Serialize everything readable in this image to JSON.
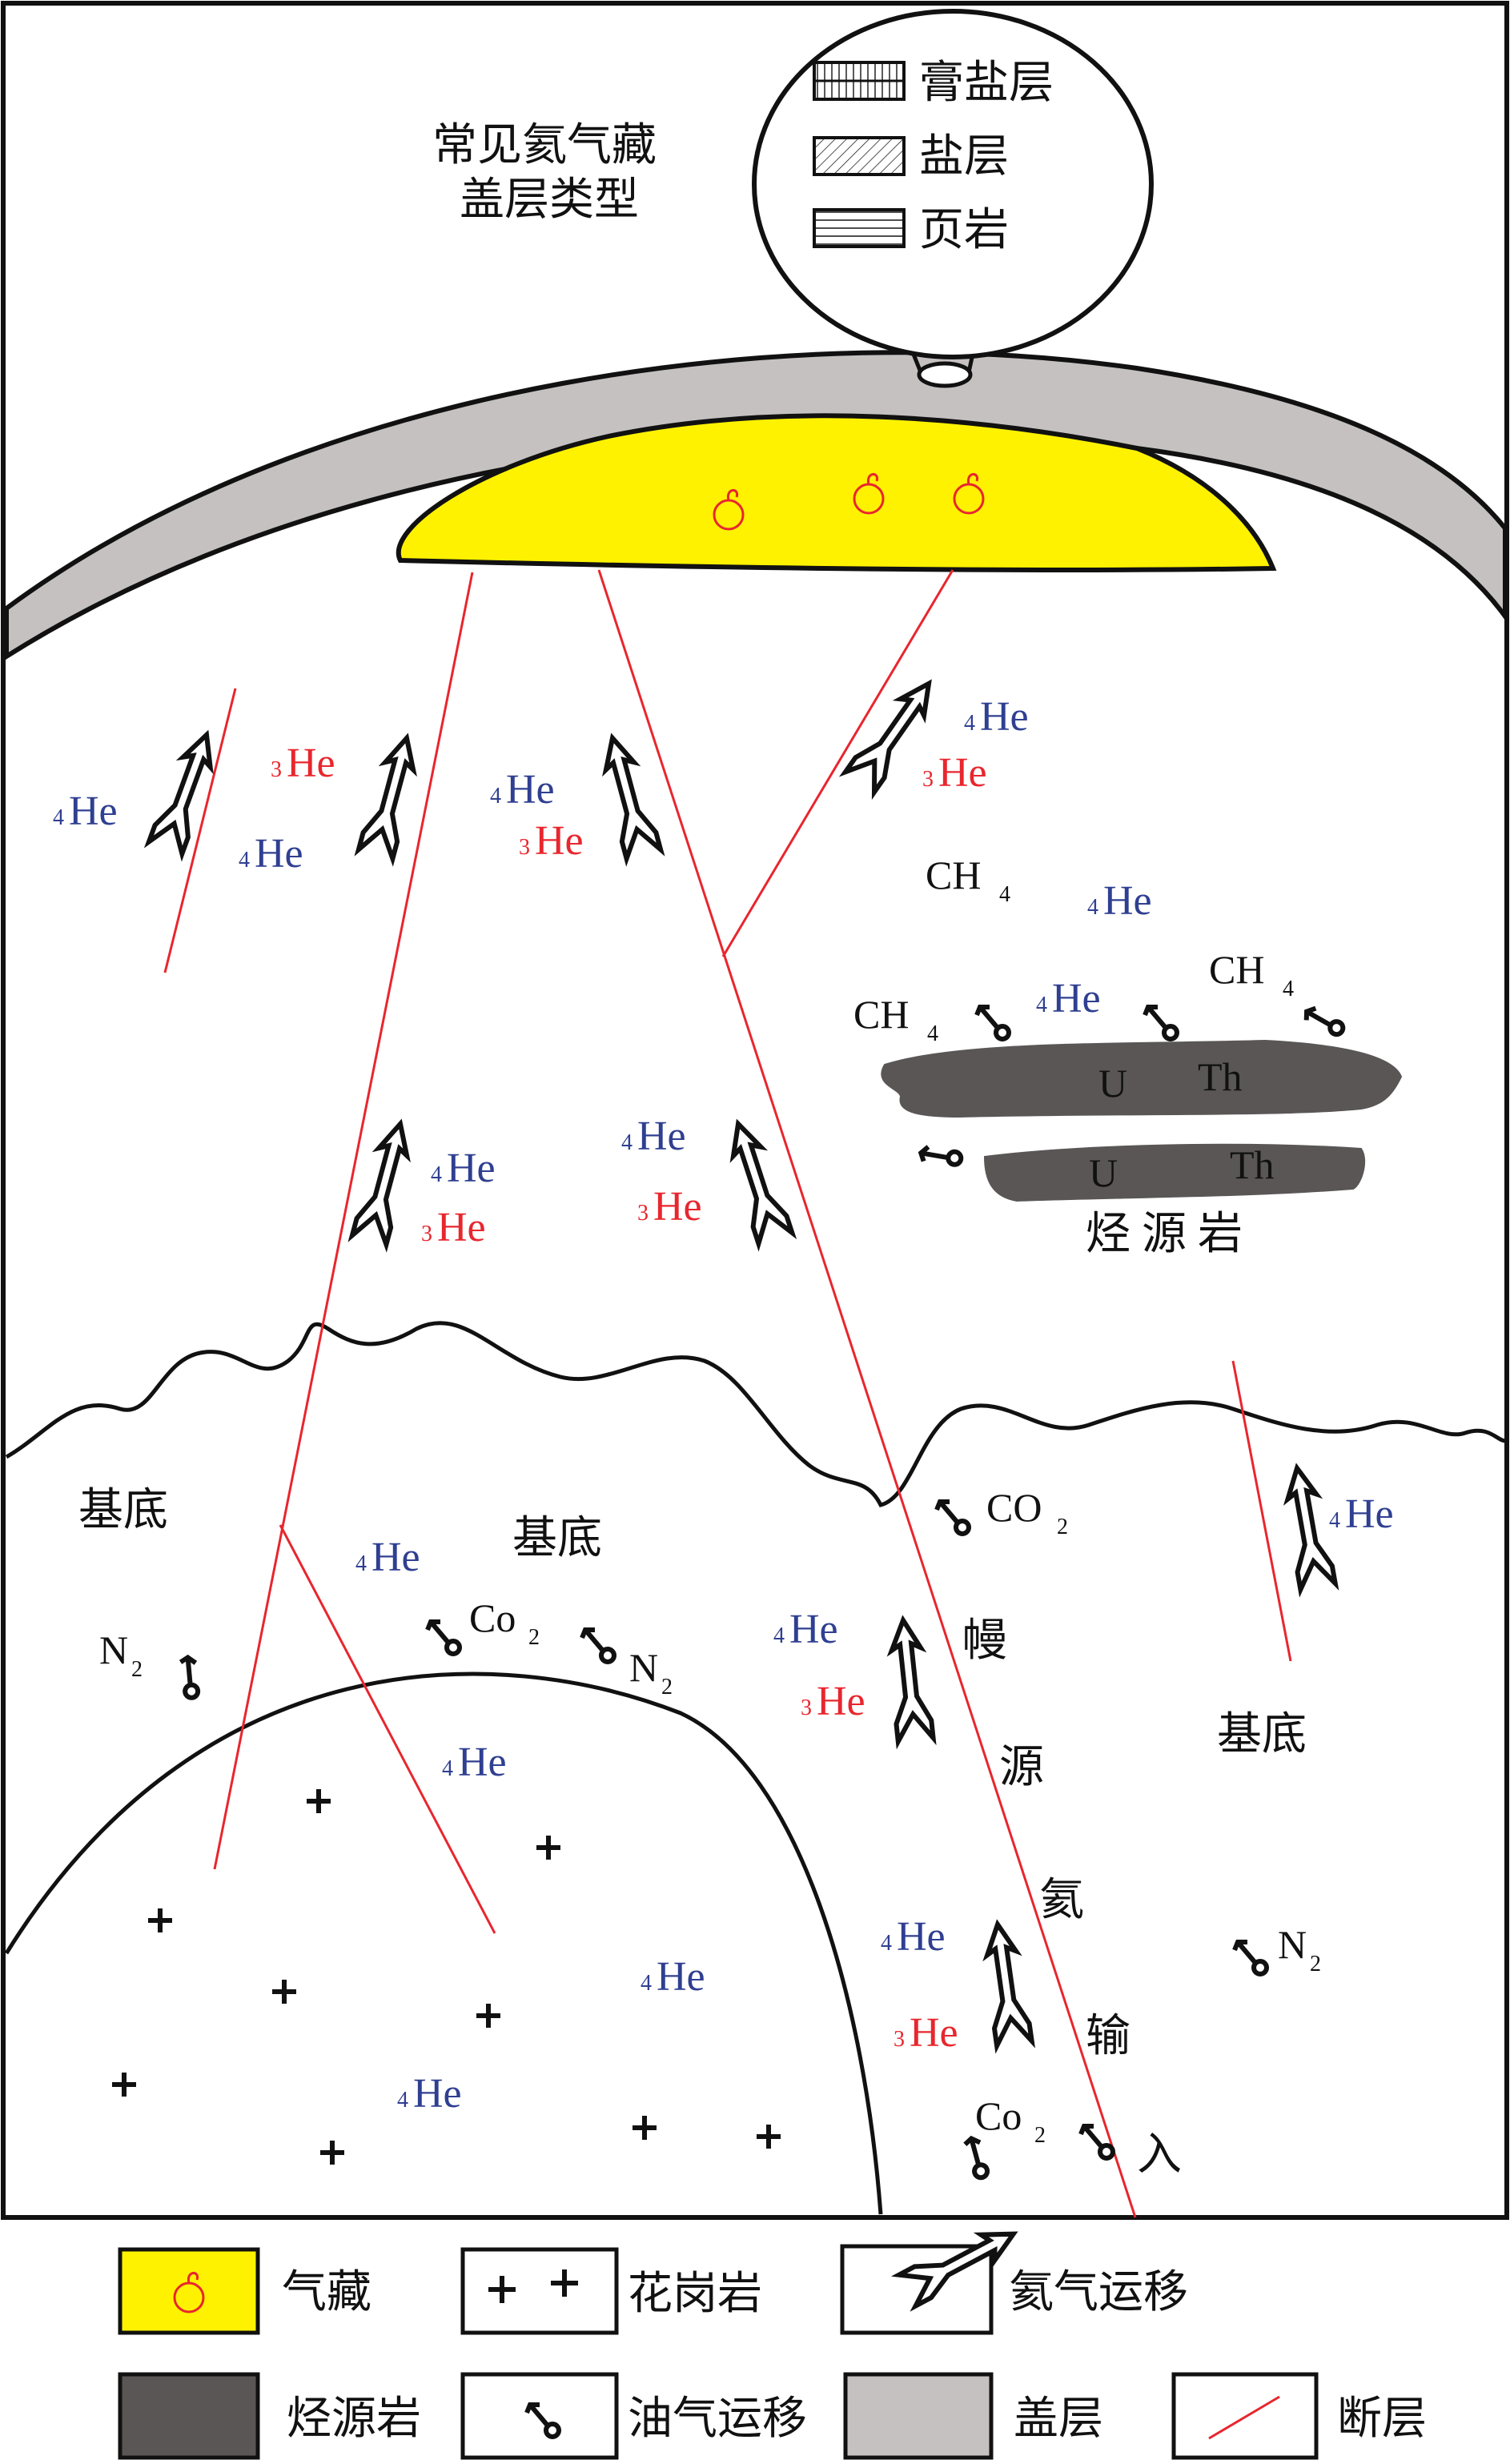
{
  "colors": {
    "gas_reservoir": "#fff200",
    "cap_rock": "#c5c1c0",
    "source_rock": "#5a5656",
    "fault": "#e8262e",
    "he4_text": "#2f3f91",
    "he3_text": "#e8262e",
    "outline": "#111111"
  },
  "inset": {
    "title_line1": "常见氦气藏",
    "title_line2": "盖层类型",
    "items": [
      {
        "label": "膏盐层",
        "pattern": "gypsum-salt"
      },
      {
        "label": "盐层",
        "pattern": "salt"
      },
      {
        "label": "页岩",
        "pattern": "shale"
      }
    ]
  },
  "labels": {
    "source_rock": "烃源岩",
    "basement": "基底",
    "mantle_chars": [
      "幔",
      "源",
      "氦",
      "输",
      "入"
    ],
    "uranium": "U",
    "thorium": "Th",
    "he4_mass": "4",
    "he3_mass": "3",
    "he": "He",
    "ch4_main": "CH",
    "ch4_sub": "4",
    "co2_upper_main": "CO",
    "co_lower_main": "Co",
    "co2_sub": "2",
    "n2_main": "N",
    "n2_sub": "2"
  },
  "legend": {
    "items": [
      {
        "key": "gas-reservoir",
        "label": "气藏"
      },
      {
        "key": "granite",
        "label": "花岗岩"
      },
      {
        "key": "helium-migration",
        "label": "氦气运移"
      },
      {
        "key": "source-rock",
        "label": "烃源岩"
      },
      {
        "key": "oil-gas-migration",
        "label": "油气运移"
      },
      {
        "key": "cap-rock",
        "label": "盖层"
      },
      {
        "key": "fault",
        "label": "断层"
      }
    ]
  }
}
